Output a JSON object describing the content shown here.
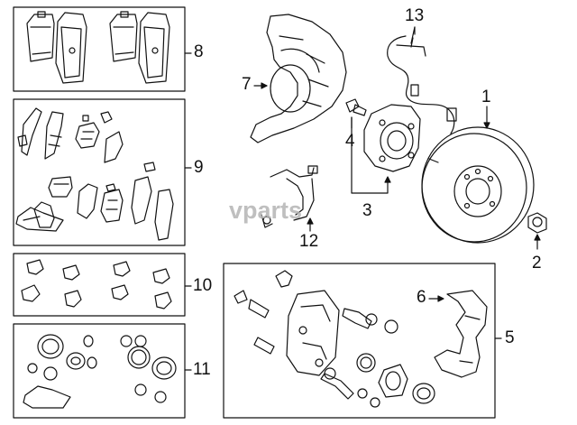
{
  "callouts": {
    "c1": "1",
    "c2": "2",
    "c3": "3",
    "c4": "4",
    "c5": "5",
    "c6": "6",
    "c7": "7",
    "c8": "8",
    "c9": "9",
    "c10": "10",
    "c11": "11",
    "c12": "12",
    "c13": "13"
  },
  "watermark": {
    "text": "vparts"
  },
  "icons": [
    "brake-rotor-icon",
    "lug-nut-icon",
    "hub-bearing-icon",
    "hub-bolt-icon",
    "caliper-icon",
    "caliper-bracket-icon",
    "dust-shield-icon",
    "brake-pad-icon",
    "shim-icon",
    "clip-icon",
    "seal-kit-icon",
    "brake-hose-icon",
    "abs-sensor-icon"
  ]
}
